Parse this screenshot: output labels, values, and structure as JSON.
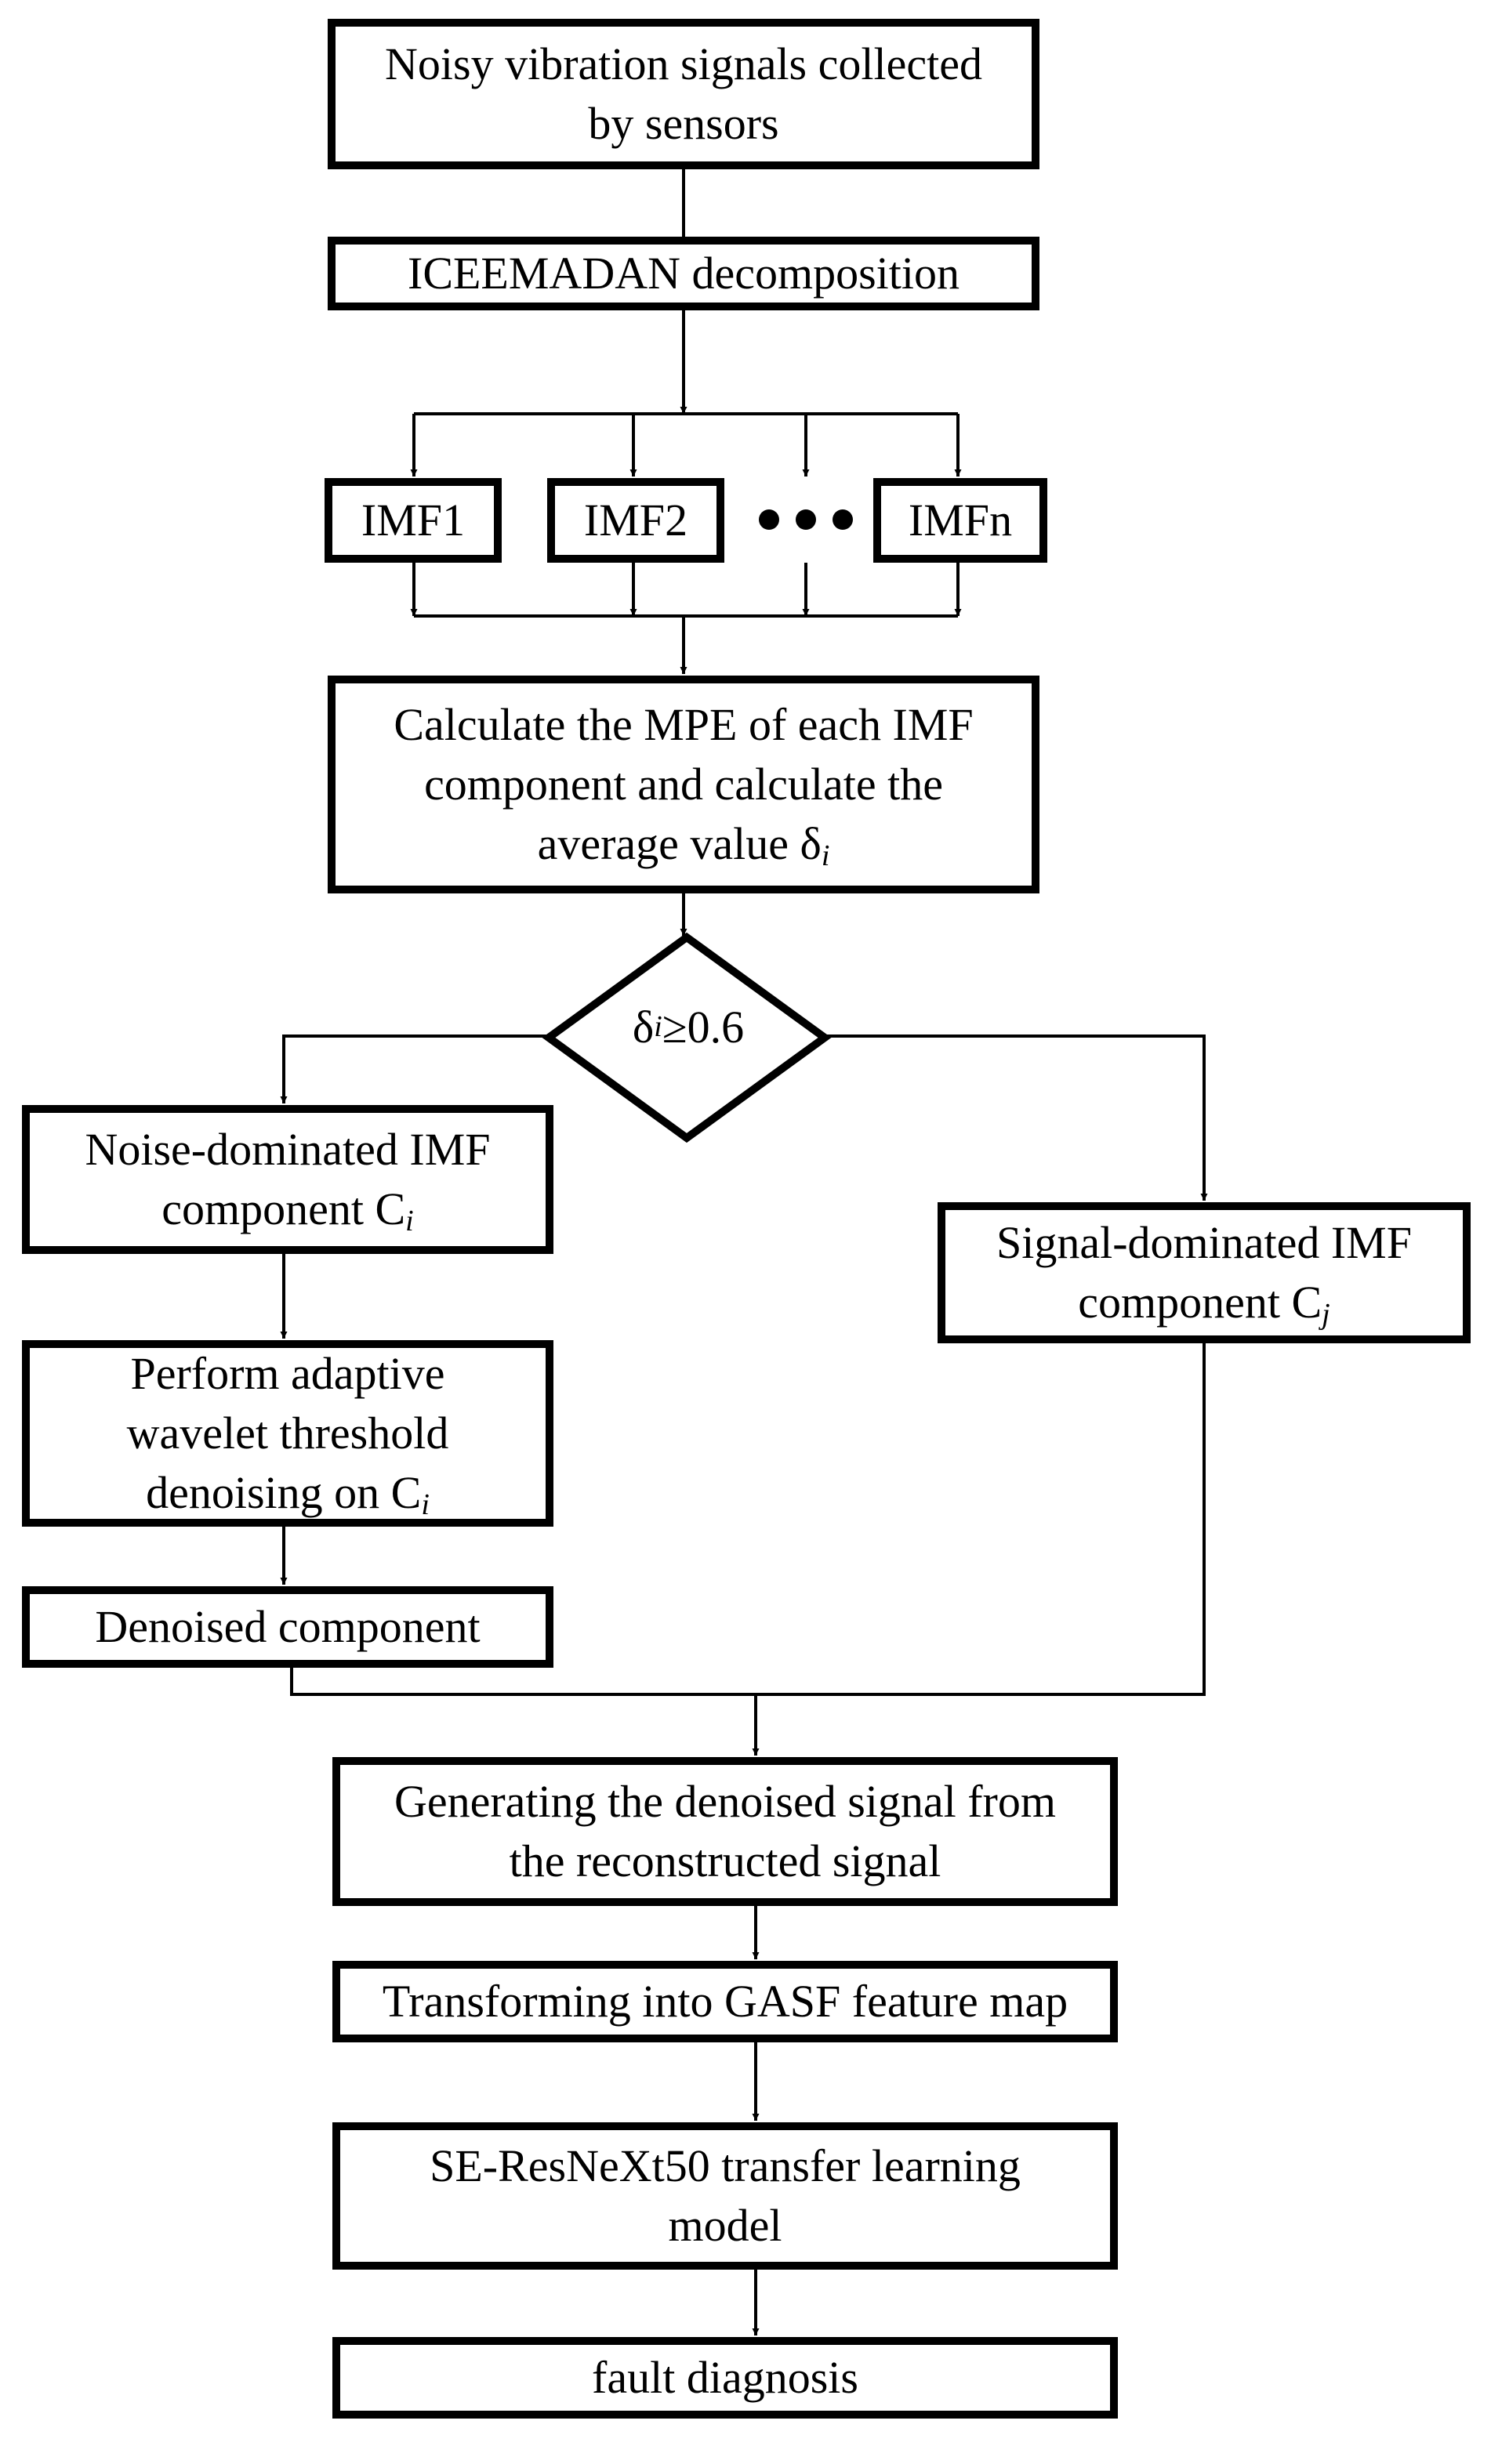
{
  "nodes": {
    "input": "Noisy vibration signals collected\nby sensors",
    "decomp": "ICEEMADAN decomposition",
    "imf1": "IMF1",
    "imf2": "IMF2",
    "imfn": "IMFn",
    "mpe": "Calculate the MPE of each IMF\ncomponent and calculate the\naverage value δ",
    "mpe_sub": "i",
    "decision": "δ",
    "decision_sub": "i",
    "decision_rest": "≥0.6",
    "noise": "Noise-dominated IMF\ncomponent C",
    "noise_sub": "i",
    "signal": "Signal-dominated IMF\ncomponent C",
    "signal_sub": "j",
    "wavelet": "Perform adaptive\nwavelet threshold\ndenoising on C",
    "wavelet_sub": "i",
    "denoised": "Denoised component",
    "generate": "Generating the denoised signal from\nthe reconstructed signal",
    "gasf": "Transforming into GASF feature map",
    "model": "SE-ResNeXt50 transfer learning\nmodel",
    "fault": "fault diagnosis"
  }
}
